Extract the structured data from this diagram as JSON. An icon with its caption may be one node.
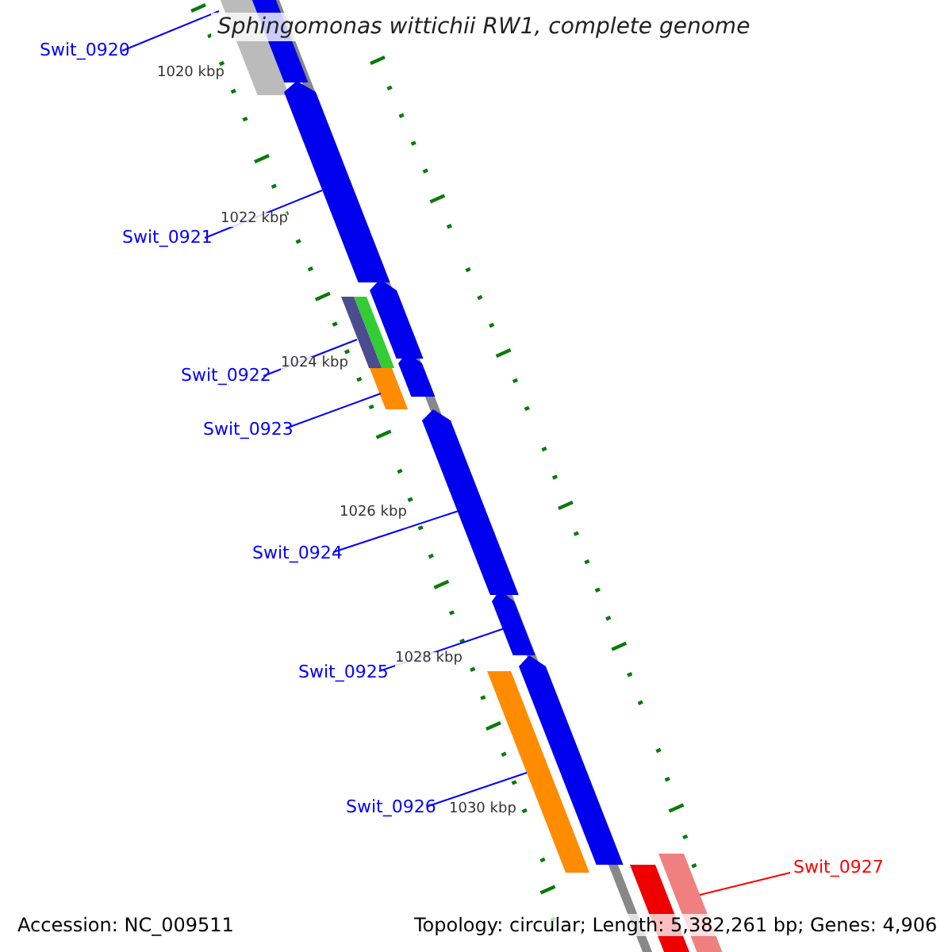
{
  "diagram": {
    "title": "Sphingomonas wittichii RW1, complete genome",
    "nodes": [
      {
        "text": [
          "Swit_0920"
        ]
      },
      {
        "text": [
          "Swit_0921"
        ]
      },
      {
        "text": [
          "Swit_0922"
        ]
      },
      {
        "text": [
          "Swit_0923"
        ]
      },
      {
        "text": [
          "Swit_0924"
        ]
      },
      {
        "text": [
          "Swit_0925"
        ]
      },
      {
        "text": [
          "Swit_0926"
        ]
      },
      {
        "text": [
          "Swit_0927"
        ]
      },
      {
        "text": [],
        "shape": "bar"
      },
      {
        "text": [],
        "shape": "bar"
      },
      {
        "text": [],
        "shape": "bar"
      },
      {
        "text": [],
        "shape": "bar"
      },
      {
        "text": [],
        "shape": "bar"
      },
      {
        "text": [],
        "shape": "bar"
      },
      {
        "text": [],
        "shape": "bar"
      },
      {
        "text": [],
        "shape": "bar"
      }
    ],
    "edges": [
      {
        "from": 0,
        "to": 8,
        "arrow": "none"
      },
      {
        "from": 1,
        "to": 9,
        "arrow": "none"
      },
      {
        "from": 2,
        "to": 10,
        "arrow": "none"
      },
      {
        "from": 3,
        "to": 11,
        "arrow": "none"
      },
      {
        "from": 4,
        "to": 12,
        "arrow": "none"
      },
      {
        "from": 5,
        "to": 13,
        "arrow": "none"
      },
      {
        "from": 6,
        "to": 14,
        "arrow": "none"
      },
      {
        "from": 7,
        "to": 15,
        "arrow": "none",
        "color": "#ff0000"
      }
    ],
    "labels": [
      "1020 kbp",
      "1022 kbp",
      "1024 kbp",
      "1026 kbp",
      "1028 kbp",
      "1030 kbp",
      "Accession: NC_009511",
      "Topology: circular; Length: 5,382,261 bp; Genes: 4,906"
    ]
  }
}
